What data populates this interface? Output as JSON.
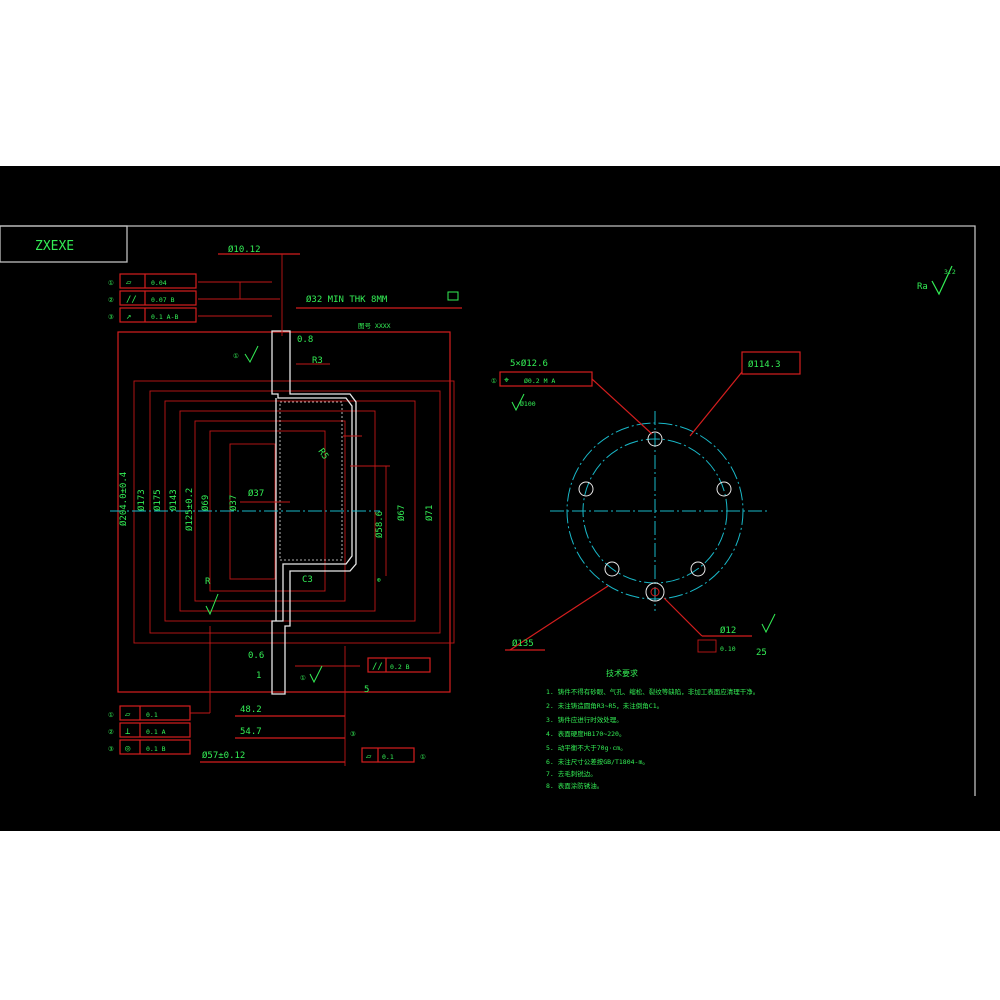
{
  "drawing": {
    "title_block": {
      "label": "ZXEXE"
    },
    "colors": {
      "background": "#000000",
      "dimension": "#d41e1e",
      "text": "#33ee55",
      "centerline": "#19b8c8",
      "outline": "#e8e8e8",
      "frame": "#bfbfbf"
    },
    "roughness": {
      "label": "Ra",
      "value": "3.2"
    },
    "top_note": "Ø32 MIN THK 8MM",
    "top_note_sub": "图号 XXXX",
    "dims_left": {
      "top": "Ø10.12",
      "r": "R3",
      "depth": "0.8",
      "d1": "Ø204.0±0.4",
      "d2": "Ø173",
      "d3": "Ø175",
      "d4": "Ø143",
      "d5": "Ø125±0.2",
      "d6": "Ø69",
      "d7": "Ø37",
      "depth2": "0.6",
      "small_r": "R",
      "inner_r": "R5",
      "c": "C3",
      "d8": "Ø67",
      "d9": "Ø71",
      "d10": "Ø58.6",
      "v5": "5",
      "h1": "48.2",
      "h2": "54.7",
      "h3": "Ø57±0.12",
      "one": "1"
    },
    "gdt_top": [
      {
        "sym": "▱",
        "val": "0.04"
      },
      {
        "sym": "//",
        "val": "0.07 B"
      },
      {
        "sym": "↗",
        "val": "0.1 A-B"
      }
    ],
    "gdt_bottom": [
      {
        "sym": "▱",
        "val": "0.1"
      },
      {
        "sym": "⊥",
        "val": "0.1 A"
      },
      {
        "sym": "◎",
        "val": "0.1 B"
      }
    ],
    "gdt_right": {
      "sym": "//",
      "val": "0.2 B"
    },
    "gdt_right2": {
      "sym": "▱",
      "val": "0.1"
    },
    "circle_view": {
      "hole_callout": "5×Ø12.6",
      "hole_pos": "Ø0.2 M A",
      "hole_pcd": "Ø100",
      "outer_tag": "Ø114.3",
      "pcd_tag": "Ø135",
      "small_hole": "Ø12",
      "small_depth": "0.10",
      "small_val": "25"
    },
    "notes": {
      "title": "技术要求",
      "lines": [
        "1. 铸件不得有砂眼、气孔、缩松、裂纹等缺陷，非加工表面应清理干净。",
        "2. 未注铸造圆角R3~R5，未注倒角C1。",
        "3. 铸件应进行时效处理。",
        "4. 表面硬度HB170~220。",
        "5. 动平衡不大于70g·cm。",
        "6. 未注尺寸公差按GB/T1804-m。",
        "7. 去毛刺锐边。",
        "8. 表面涂防锈油。"
      ]
    }
  }
}
